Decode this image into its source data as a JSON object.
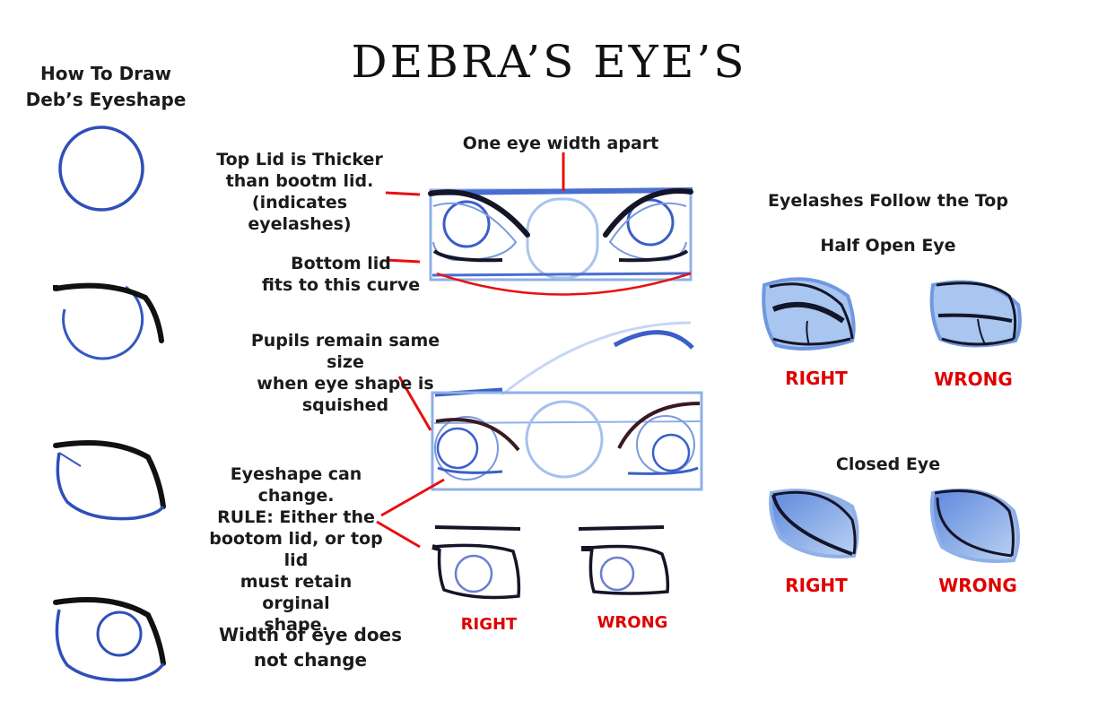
{
  "title": "DEBRA’S EYE’S",
  "how_to": {
    "line1": "How To Draw",
    "line2": "Deb’s Eyeshape"
  },
  "notes": {
    "top_lid": [
      "Top Lid is Thicker",
      "than bootm lid.",
      "(indicates eyelashes)"
    ],
    "eye_width_apart": "One eye width apart",
    "bottom_lid": [
      "Bottom lid",
      "fits to this curve"
    ],
    "pupils": [
      "Pupils remain same size",
      "when eye shape is",
      "squished"
    ],
    "eyeshape": [
      "Eyeshape can",
      "change.",
      "RULE: Either the",
      "bootom lid, or top lid",
      "must retain orginal",
      "shape."
    ],
    "width": [
      "Width of eye does",
      "not change"
    ]
  },
  "verdicts": {
    "right": "RIGHT",
    "wrong": "WRONG"
  },
  "right_panel": {
    "eyelashes": "Eyelashes Follow the Top",
    "half_open": "Half Open Eye",
    "closed": "Closed Eye"
  },
  "colors": {
    "sketch_blue": "#3a5fc8",
    "light_blue": "#8fb0e8",
    "fill_blue": "#9cc0ee",
    "ink": "#151528",
    "red": "#e00000"
  }
}
